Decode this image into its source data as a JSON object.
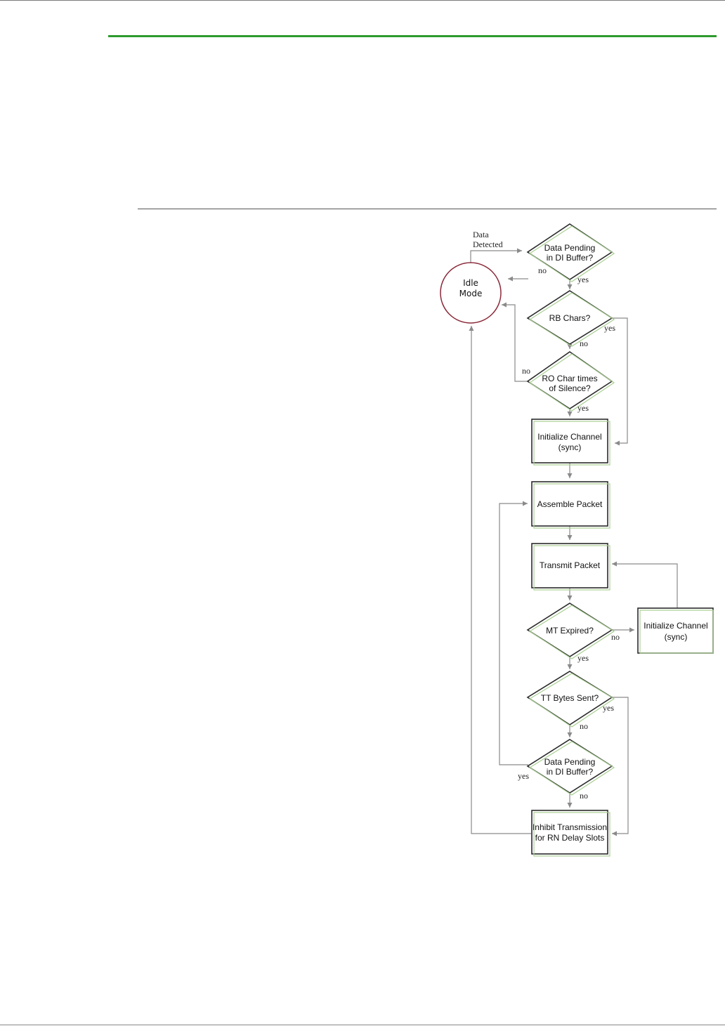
{
  "flowchart": {
    "idle": [
      "Idle",
      "Mode"
    ],
    "data_detected": [
      "Data",
      "Detected"
    ],
    "d_pending_1": [
      "Data Pending",
      "in DI Buffer?"
    ],
    "d_rb": [
      "RB Chars?"
    ],
    "d_ro": [
      "RO Char times",
      "of Silence?"
    ],
    "b_init_1": [
      "Initialize Channel",
      "(sync)"
    ],
    "b_assemble": [
      "Assemble Packet"
    ],
    "b_transmit": [
      "Transmit Packet"
    ],
    "d_mt": [
      "MT Expired?"
    ],
    "b_init_2": [
      "Initialize Channel",
      "(sync)"
    ],
    "d_tt": [
      "TT Bytes Sent?"
    ],
    "d_pending_2": [
      "Data Pending",
      "in DI Buffer?"
    ],
    "b_inhibit": [
      "Inhibit Transmission",
      "for RN Delay Slots"
    ],
    "labels": {
      "no_pending1": "no",
      "yes_pending1": "yes",
      "yes_rb": "yes",
      "no_rb": "no",
      "no_ro": "no",
      "yes_ro": "yes",
      "no_mt": "no",
      "yes_mt": "yes",
      "yes_tt": "yes",
      "no_tt": "no",
      "yes_pending2": "yes",
      "no_pending2": "no"
    },
    "colors": {
      "node_border": "#2b2b2b",
      "node_shadow": "#a9cf92",
      "idle_border": "#8a2a3a",
      "arrow": "#8a8a8a"
    }
  }
}
